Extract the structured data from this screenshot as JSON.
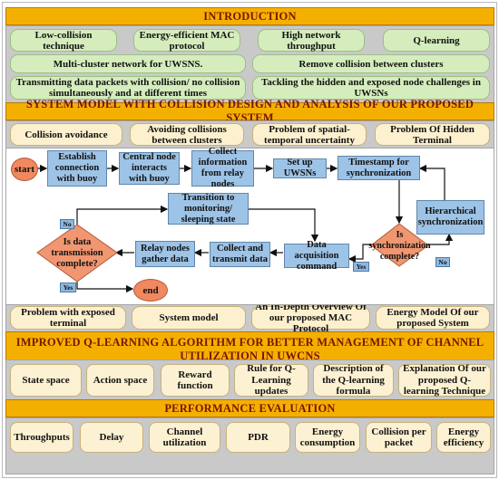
{
  "sections": {
    "introduction": "INTRODUCTION",
    "system_model": "SYSTEM MODEL WITH COLLISION DESIGN AND ANALYSIS OF OUR PROPOSED SYSTEM",
    "q_learning": "IMPROVED Q-LEARNING ALGORITHM FOR BETTER MANAGEMENT OF CHANNEL UTILIZATION IN UWCNS",
    "performance": "PERFORMANCE EVALUATION"
  },
  "intro_row1": [
    "Low-collision technique",
    "Energy-efficient MAC protocol",
    "High network throughput",
    "Q-learning"
  ],
  "intro_row2": [
    "Multi-cluster network for UWSNS.",
    "Remove collision between clusters"
  ],
  "intro_row3": [
    "Transmitting data packets with collision/ no collision simultaneously and at different times",
    "Tackling the hidden and exposed node challenges in UWSNs"
  ],
  "system_top": [
    "Collision avoidance",
    "Avoiding collisions between clusters",
    "Problem of spatial-temporal uncertainty",
    "Problem Of Hidden Terminal"
  ],
  "flow": {
    "start": "start",
    "end": "end",
    "establish": "Establish connection with buoy",
    "central": "Central node interacts with buoy",
    "collect_relay": "Collect information from relay nodes",
    "setup": "Set up UWSNs",
    "timestamp": "Timestamp for synchronization",
    "hierarchical": "Hierarchical synchronization",
    "is_sync": "Is synchronization complete?",
    "acquisition": "Data acquisition command",
    "collect_transmit": "Collect and transmit data",
    "relay_gather": "Relay nodes gather data",
    "is_data": "Is data transmission complete?",
    "transition": "Transition to monitoring/ sleeping state",
    "yes_sync": "Yes",
    "no_sync": "No",
    "no_data": "No",
    "yes_data": "Yes"
  },
  "system_bottom": [
    "Problem with exposed terminal",
    "System model",
    "An In-Depth Overview Of our proposed MAC Protocol",
    "Energy Model Of our proposed System"
  ],
  "q_items": [
    "State space",
    "Action space",
    "Reward function",
    "Rule for Q-Learning updates",
    "Description of the Q-learning formula",
    "Explanation Of our proposed Q-learning Technique"
  ],
  "perf_items": [
    "Throughputs",
    "Delay",
    "Channel utilization",
    "PDR",
    "Energy consumption",
    "Collision per packet",
    "Energy efficiency"
  ]
}
